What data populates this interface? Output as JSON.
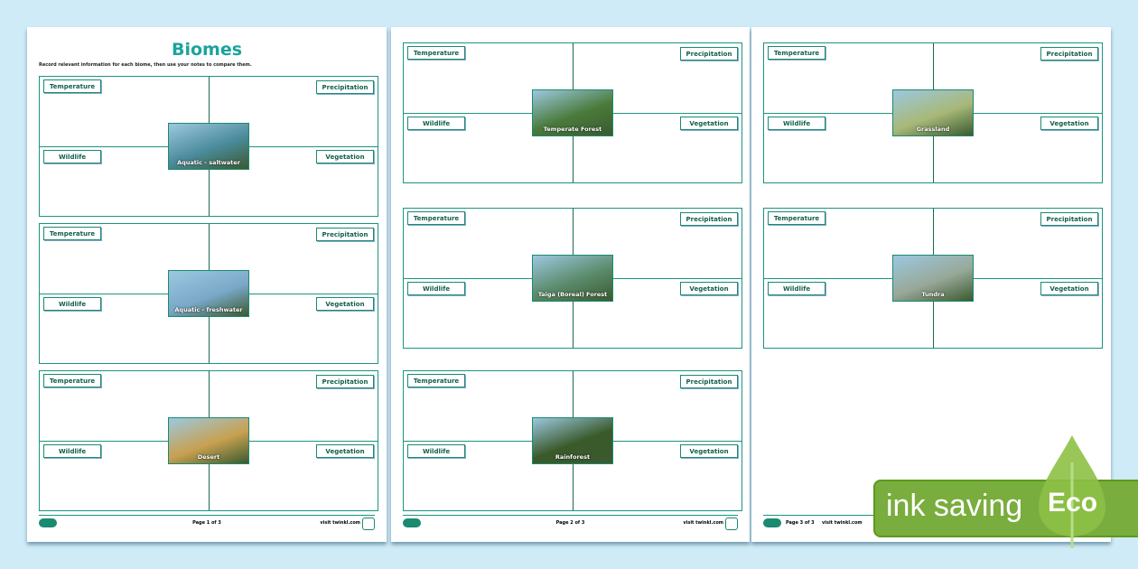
{
  "pages": [
    {
      "title": "Biomes",
      "instructions": "Record relevant information for each biome, then use your notes to compare them.",
      "footer_page": "Page 1 of 3",
      "biomes": [
        {
          "name": "Aquatic - saltwater",
          "color": "#4a8a9a"
        },
        {
          "name": "Aquatic - freshwater",
          "color": "#7aa8c8"
        },
        {
          "name": "Desert",
          "color": "#c8a050"
        }
      ]
    },
    {
      "footer_page": "Page 2 of 3",
      "biomes": [
        {
          "name": "Temperate Forest",
          "color": "#4a7a3a"
        },
        {
          "name": "Taiga (Boreal) Forest",
          "color": "#5a8a6a"
        },
        {
          "name": "Rainforest",
          "color": "#3a5a2a"
        }
      ]
    },
    {
      "footer_page": "Page 3 of 3",
      "biomes": [
        {
          "name": "Grassland",
          "color": "#a8b878"
        },
        {
          "name": "Tundra",
          "color": "#98a898"
        }
      ]
    }
  ],
  "labels": {
    "temperature": "Temperature",
    "precipitation": "Precipitation",
    "wildlife": "Wildlife",
    "vegetation": "Vegetation"
  },
  "footer_url": "visit twinkl.com",
  "eco_badge": {
    "text": "ink saving",
    "word": "Eco"
  }
}
